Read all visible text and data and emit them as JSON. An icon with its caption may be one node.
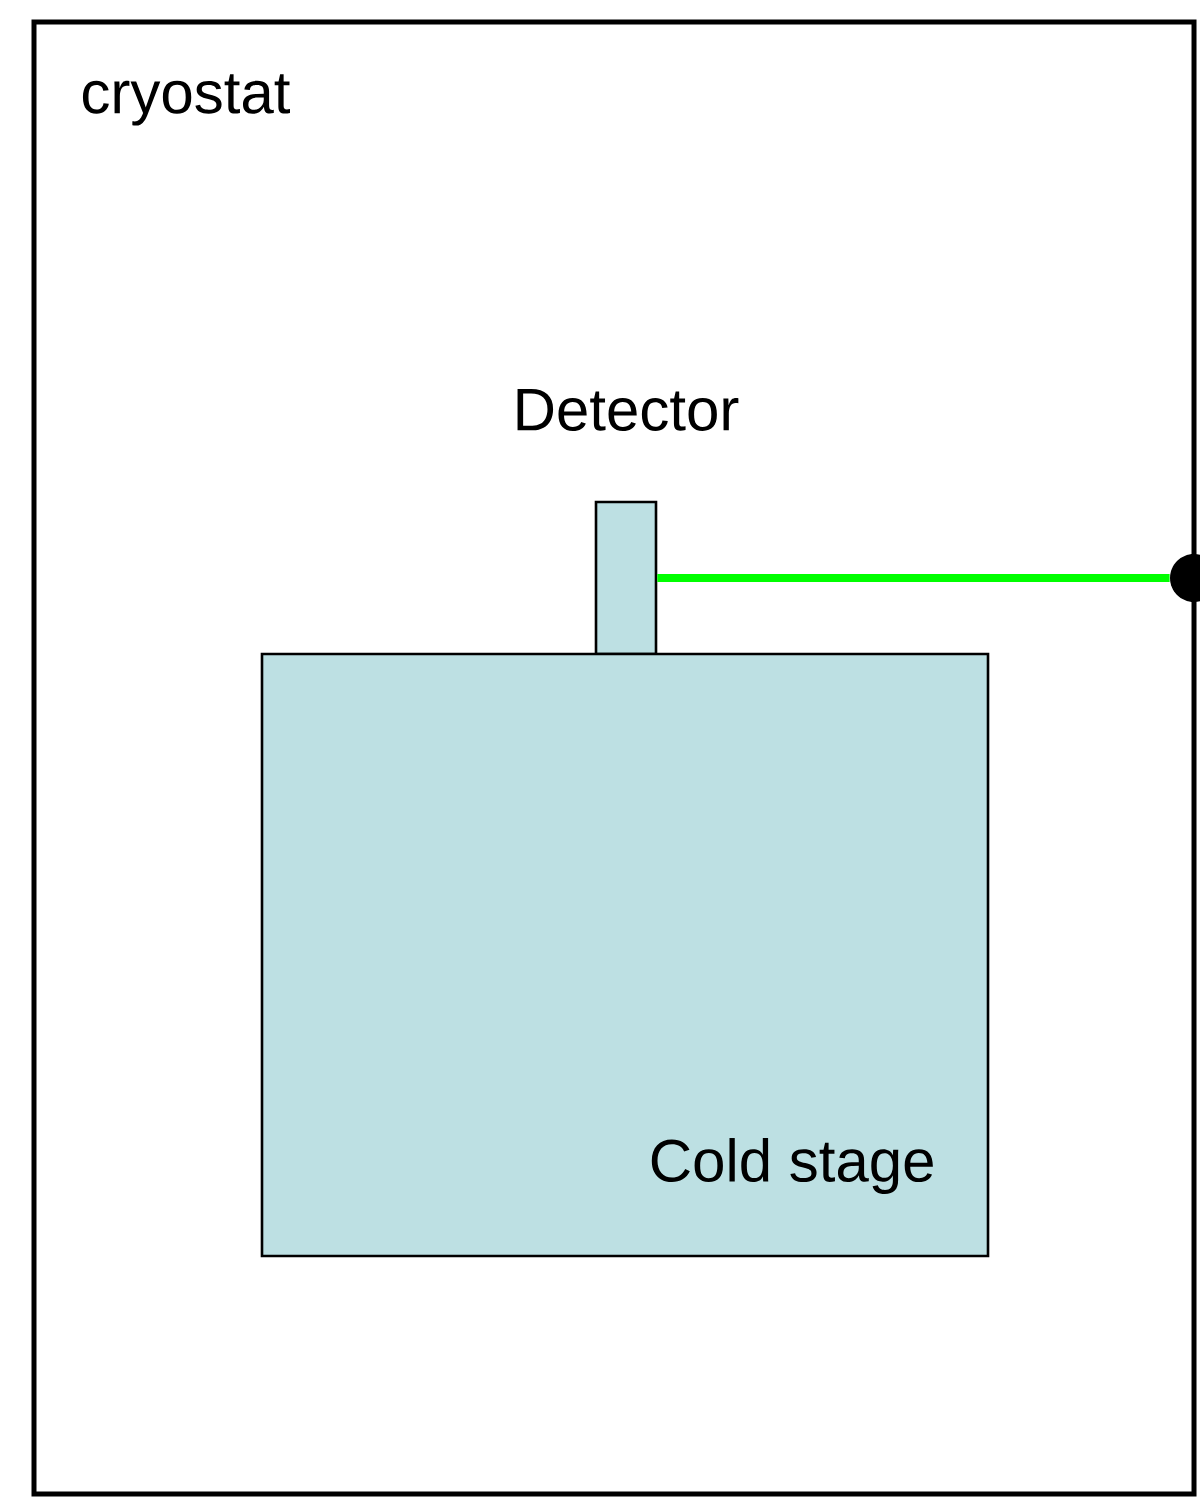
{
  "diagram": {
    "nodes": [
      {
        "text": [
          "cryostat"
        ]
      },
      {
        "text": [
          "Detector"
        ],
        "in": 0
      },
      {
        "text": [
          "Cold stage"
        ],
        "in": 0
      },
      {
        "text": [],
        "shape": "circle"
      }
    ],
    "edges": [
      {
        "from": 1,
        "to": 3,
        "arrow": "none",
        "color": "#00ff00"
      }
    ]
  }
}
